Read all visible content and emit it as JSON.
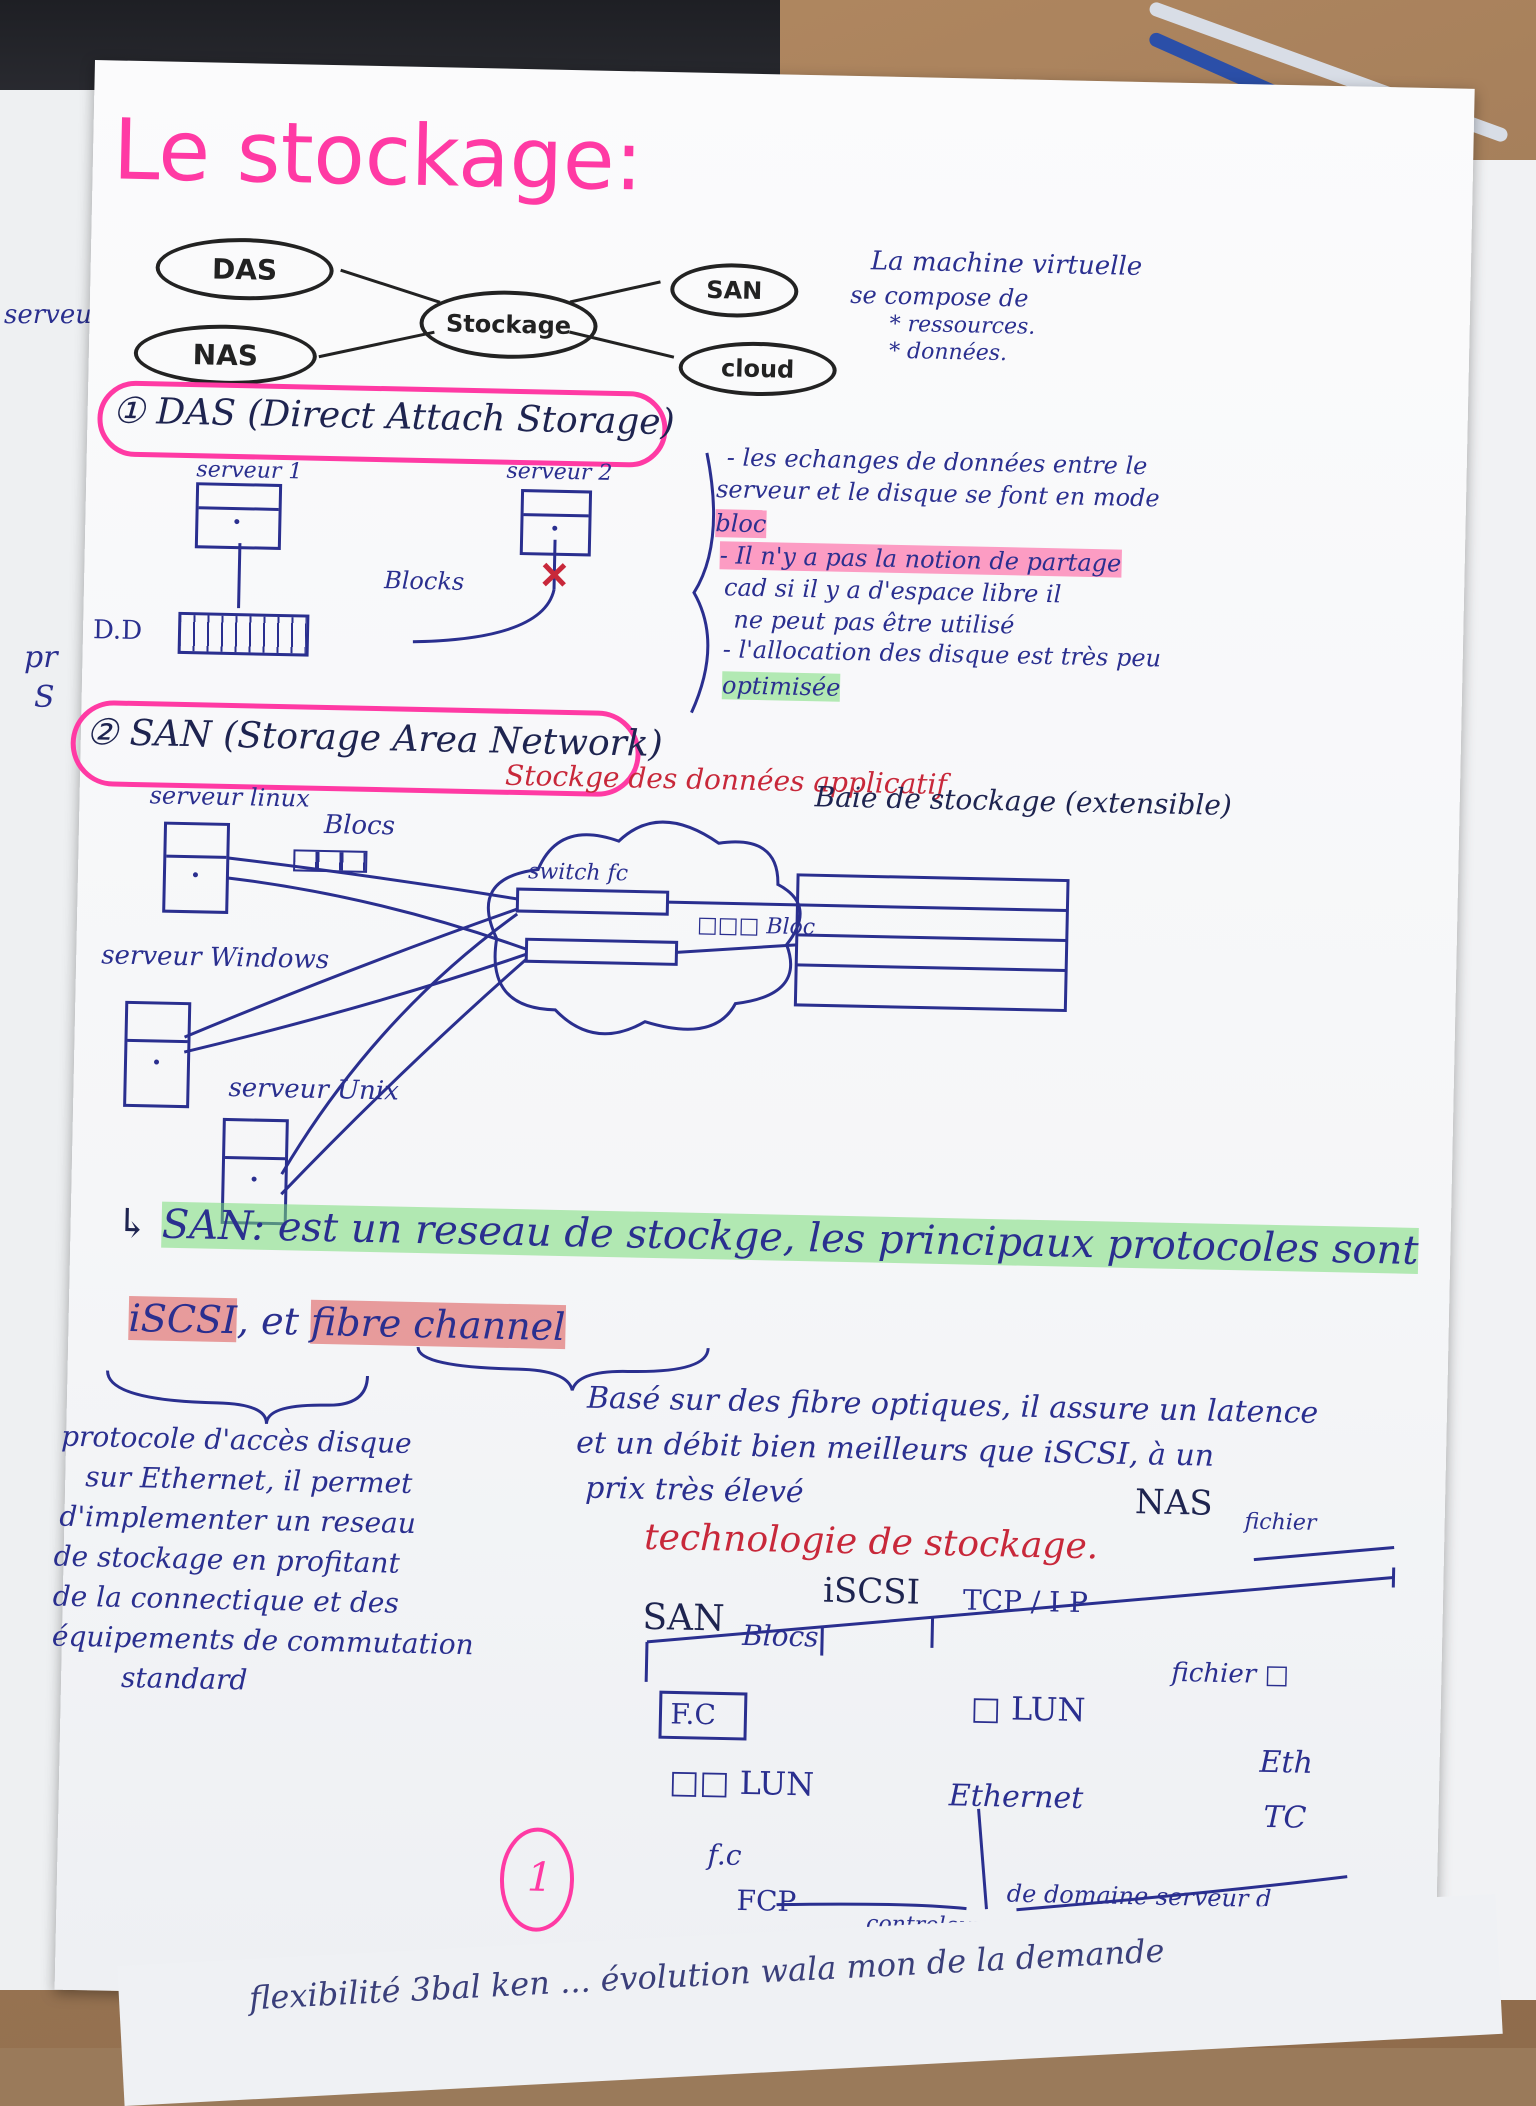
{
  "title": "Le stockage:",
  "hub": {
    "center": "Stockage",
    "das": "DAS",
    "nas": "NAS",
    "san": "SAN",
    "cloud": "cloud"
  },
  "vm_note": {
    "line1": "La machine virtuelle",
    "line2": "se compose de",
    "item1": "* ressources.",
    "item2": "* données."
  },
  "das": {
    "heading": "① DAS (Direct Attach Storage)",
    "server1": "serveur 1",
    "server2": "serveur 2",
    "blocks": "Blocks",
    "dd": "D.D",
    "notes": [
      "- les echanges de données entre le",
      "serveur et le disque se font en mode",
      "bloc",
      "- Il n'y a pas la notion de partage",
      "cad si il y a d'espace libre il",
      "ne peut pas être utilisé",
      "- l'allocation des disque est très peu",
      "optimisée"
    ]
  },
  "san": {
    "heading": "② SAN (Storage Area Network)",
    "server_linux": "serveur linux",
    "stockage_label": "Stockge des données applicatif",
    "baie": "Baie de stockage (extensible)",
    "blocs": "Blocs",
    "switch": "switch fc",
    "bloc_arrow": "□□□ Bloc",
    "server_windows": "serveur Windows",
    "server_unix": "serveur Unix"
  },
  "san_def": {
    "line1": "SAN: est un reseau de stockge, les principaux protocoles sont",
    "iscsi": "iSCSI",
    "et": ", et",
    "fibre": "fibre channel",
    "iscsi_desc": [
      "protocole d'accès disque",
      "sur Ethernet, il permet",
      "d'implementer un reseau",
      "de stockage en profitant",
      "de la connectique et des",
      "équipements de commutation",
      "standard"
    ],
    "fibre_desc": [
      "Basé sur des fibre optiques, il assure un latence",
      "et un débit bien meilleurs que iSCSI, à un",
      "prix très élevé"
    ]
  },
  "tech": {
    "title": "technologie de stockage.",
    "san": "SAN",
    "iscsi": "iSCSI",
    "nas": "NAS",
    "fichier_top": "fichier",
    "blocs": "Blocs",
    "tcpip": "TCP / I P",
    "fc_box": "F.C",
    "lun1": "□□ LUN",
    "lun2": "□ LUN",
    "fichier2": "fichier □",
    "ethernet": "Ethernet",
    "eth_cut": "Eth",
    "tc_cut": "TC",
    "fc": "f.c",
    "fcp": "FCP",
    "controleur": "controleur",
    "domaine": "de domaine serveur d"
  },
  "page_number": "1",
  "bottom_sheet": "flexibilité  3bal  ken  ...  évolution  wala  mon de la demande",
  "left_sheet": {
    "serveur": "serveur",
    "pr": "pr",
    "s": "S"
  }
}
